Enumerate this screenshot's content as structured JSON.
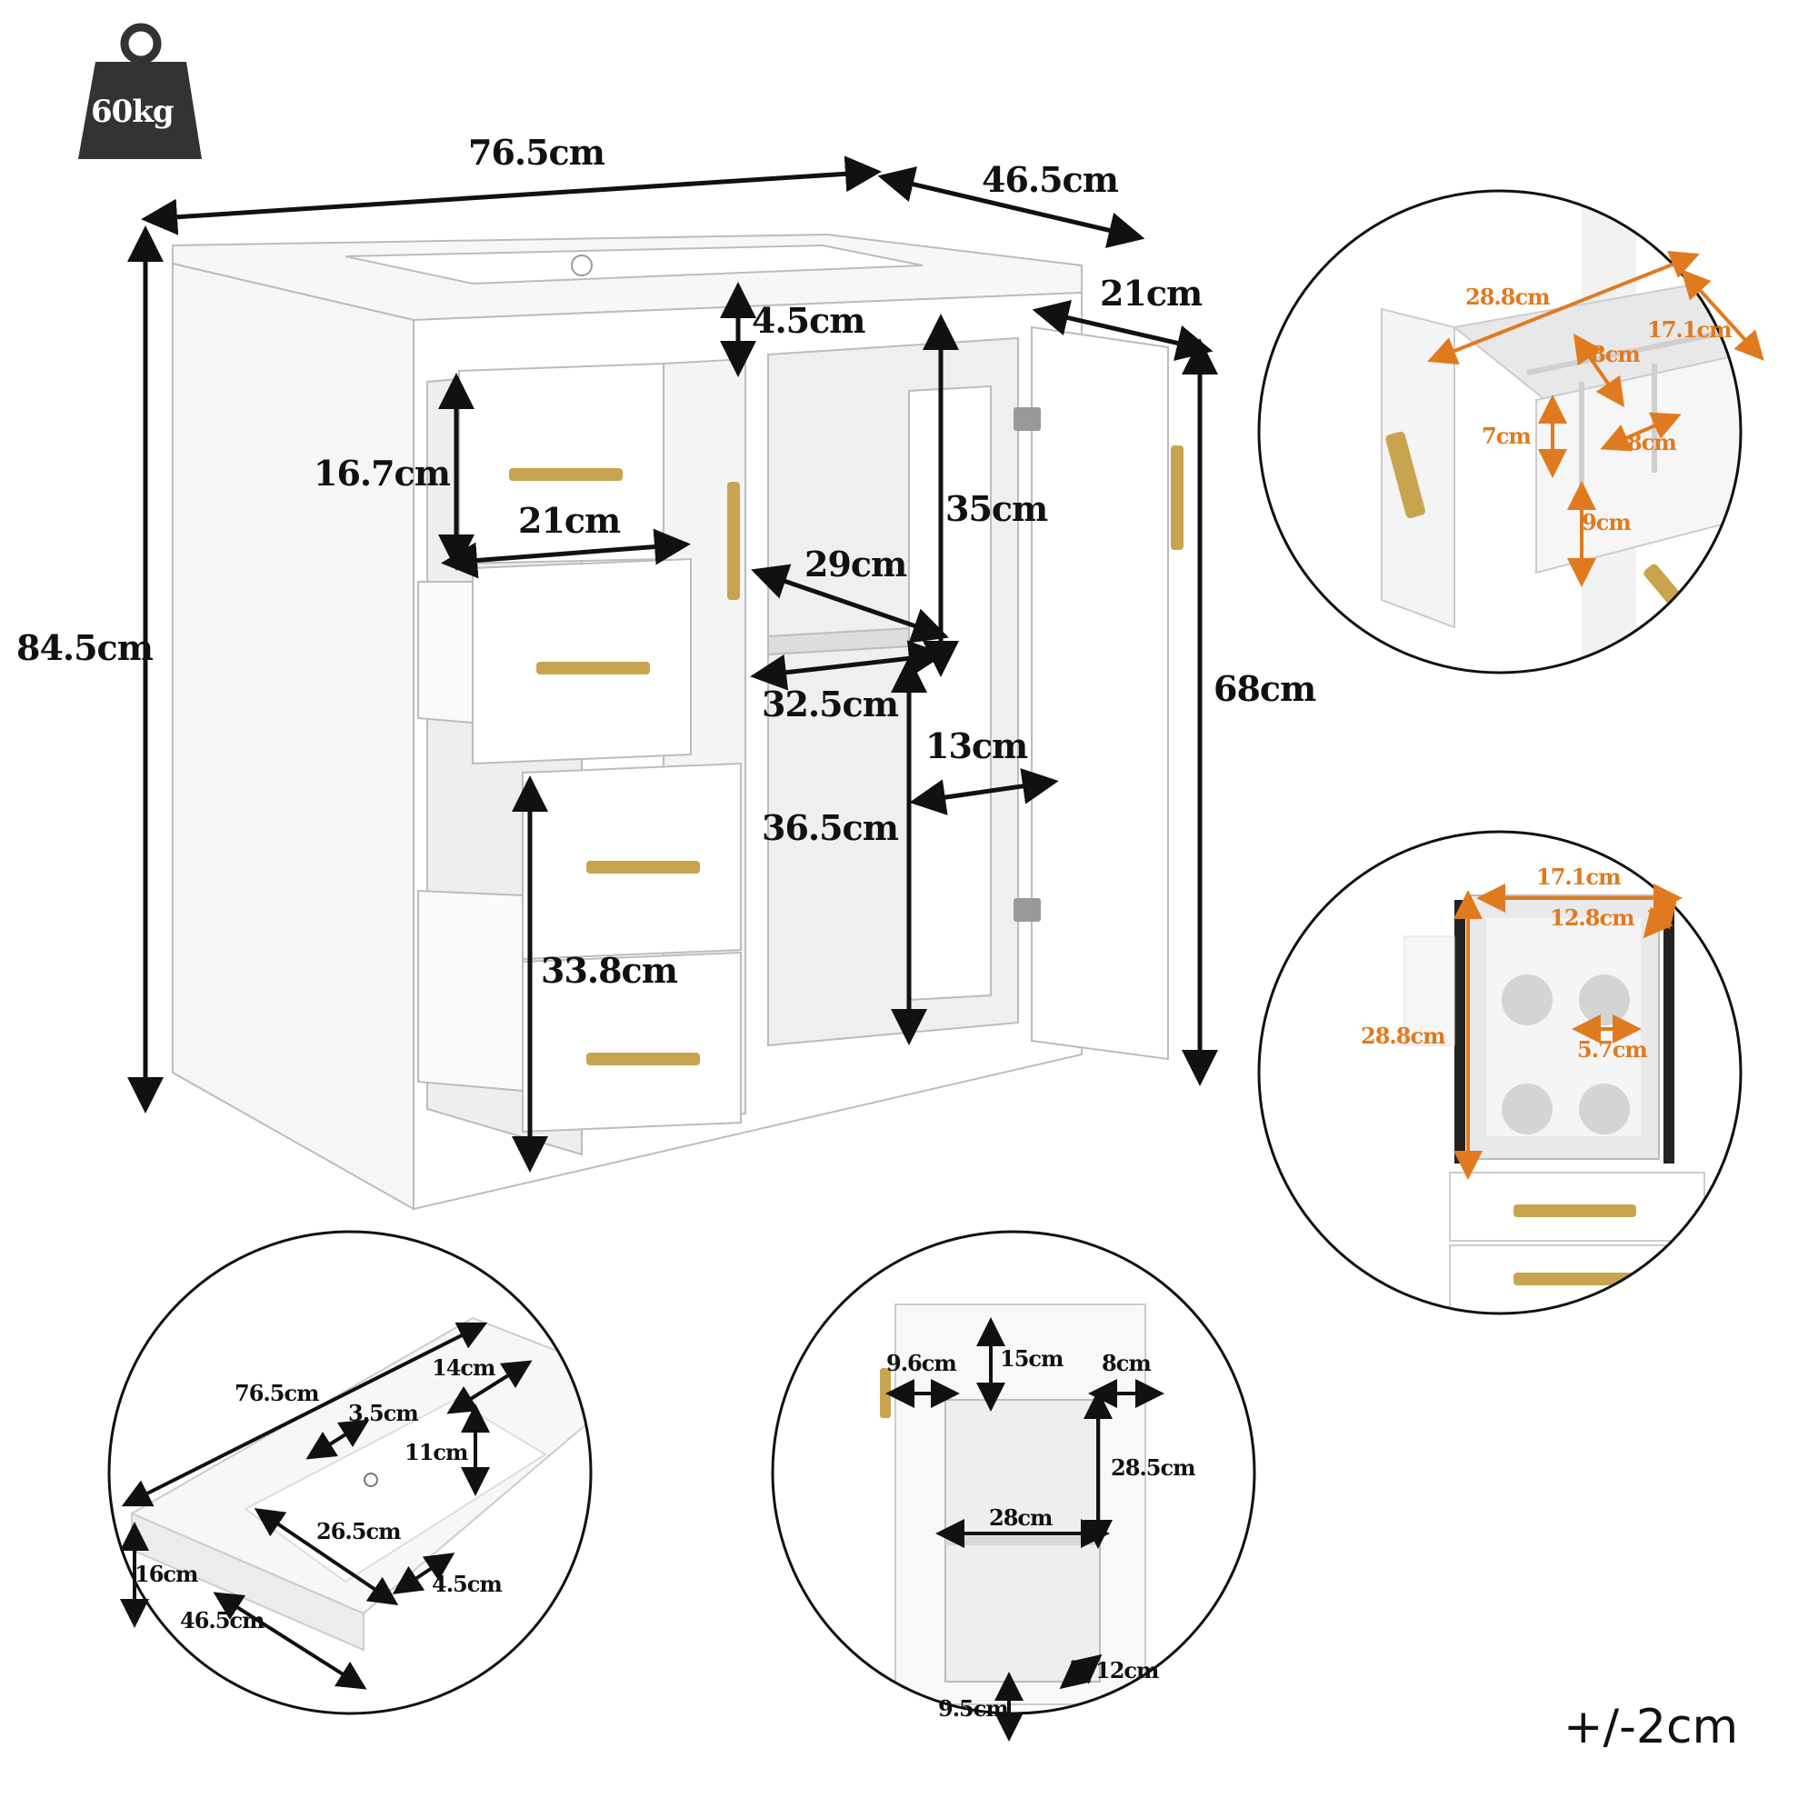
{
  "weight": {
    "label": "60kg",
    "icon": "weight-icon"
  },
  "tolerance": "+/-2cm",
  "colors": {
    "dimension_line": "#111111",
    "detail_dimension": "#e07a1f",
    "handle": "#c9a44f",
    "cabinet": "#ffffff"
  },
  "main": {
    "width": "76.5cm",
    "depth": "46.5cm",
    "height": "84.5cm",
    "door_depth": "21cm",
    "door_height": "68cm",
    "top_gap": "4.5cm",
    "drawer_height": "16.7cm",
    "drawer_width": "21cm",
    "inner_height_upper": "35cm",
    "shelf_depth": "29cm",
    "shelf_width": "32.5cm",
    "inner_height_lower": "36.5cm",
    "side_gap": "13cm",
    "double_drawer_height": "33.8cm"
  },
  "drawer_detail": {
    "length": "28.8cm",
    "width": "17.1cm",
    "divider_a": "8cm",
    "divider_b": "8cm",
    "divider_height": "7cm",
    "drawer_height": "9cm"
  },
  "double_drawer_detail": {
    "width": "17.1cm",
    "inner": "12.8cm",
    "length": "28.8cm",
    "hole": "5.7cm"
  },
  "sink_detail": {
    "width": "76.5cm",
    "back_width": "14cm",
    "edge": "3.5cm",
    "basin_depth": "11cm",
    "basin_width": "26.5cm",
    "front_edge": "4.5cm",
    "height": "16cm",
    "depth": "46.5cm"
  },
  "side_cabinet_detail": {
    "left_gap": "9.6cm",
    "top_gap": "15cm",
    "right_gap": "8cm",
    "shelf_height": "28.5cm",
    "shelf_width": "28cm",
    "bottom_depth": "12cm",
    "bottom_gap": "9.5cm"
  }
}
